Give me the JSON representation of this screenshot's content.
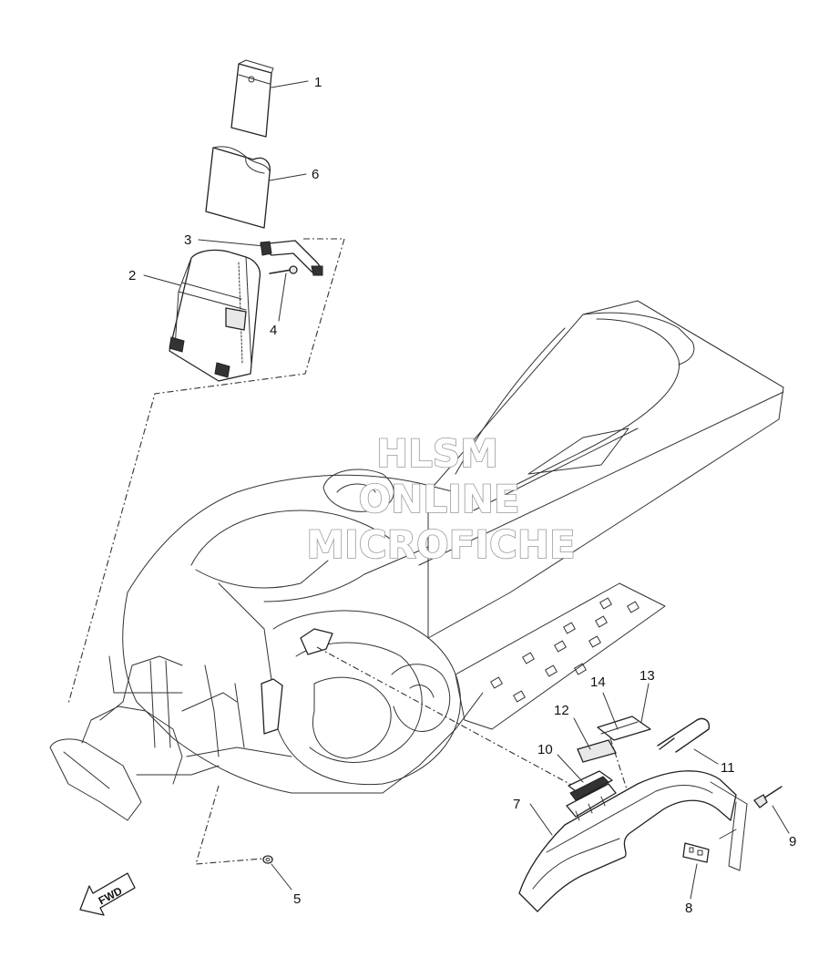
{
  "diagram": {
    "part_labels": [
      "1",
      "2",
      "3",
      "4",
      "5",
      "6",
      "7",
      "8",
      "9",
      "10",
      "11",
      "12",
      "13",
      "14"
    ],
    "direction_label": "FWD",
    "watermark": {
      "line1": "HLSM",
      "line2": "ONLINE",
      "line3": "MICROFICHE"
    }
  }
}
